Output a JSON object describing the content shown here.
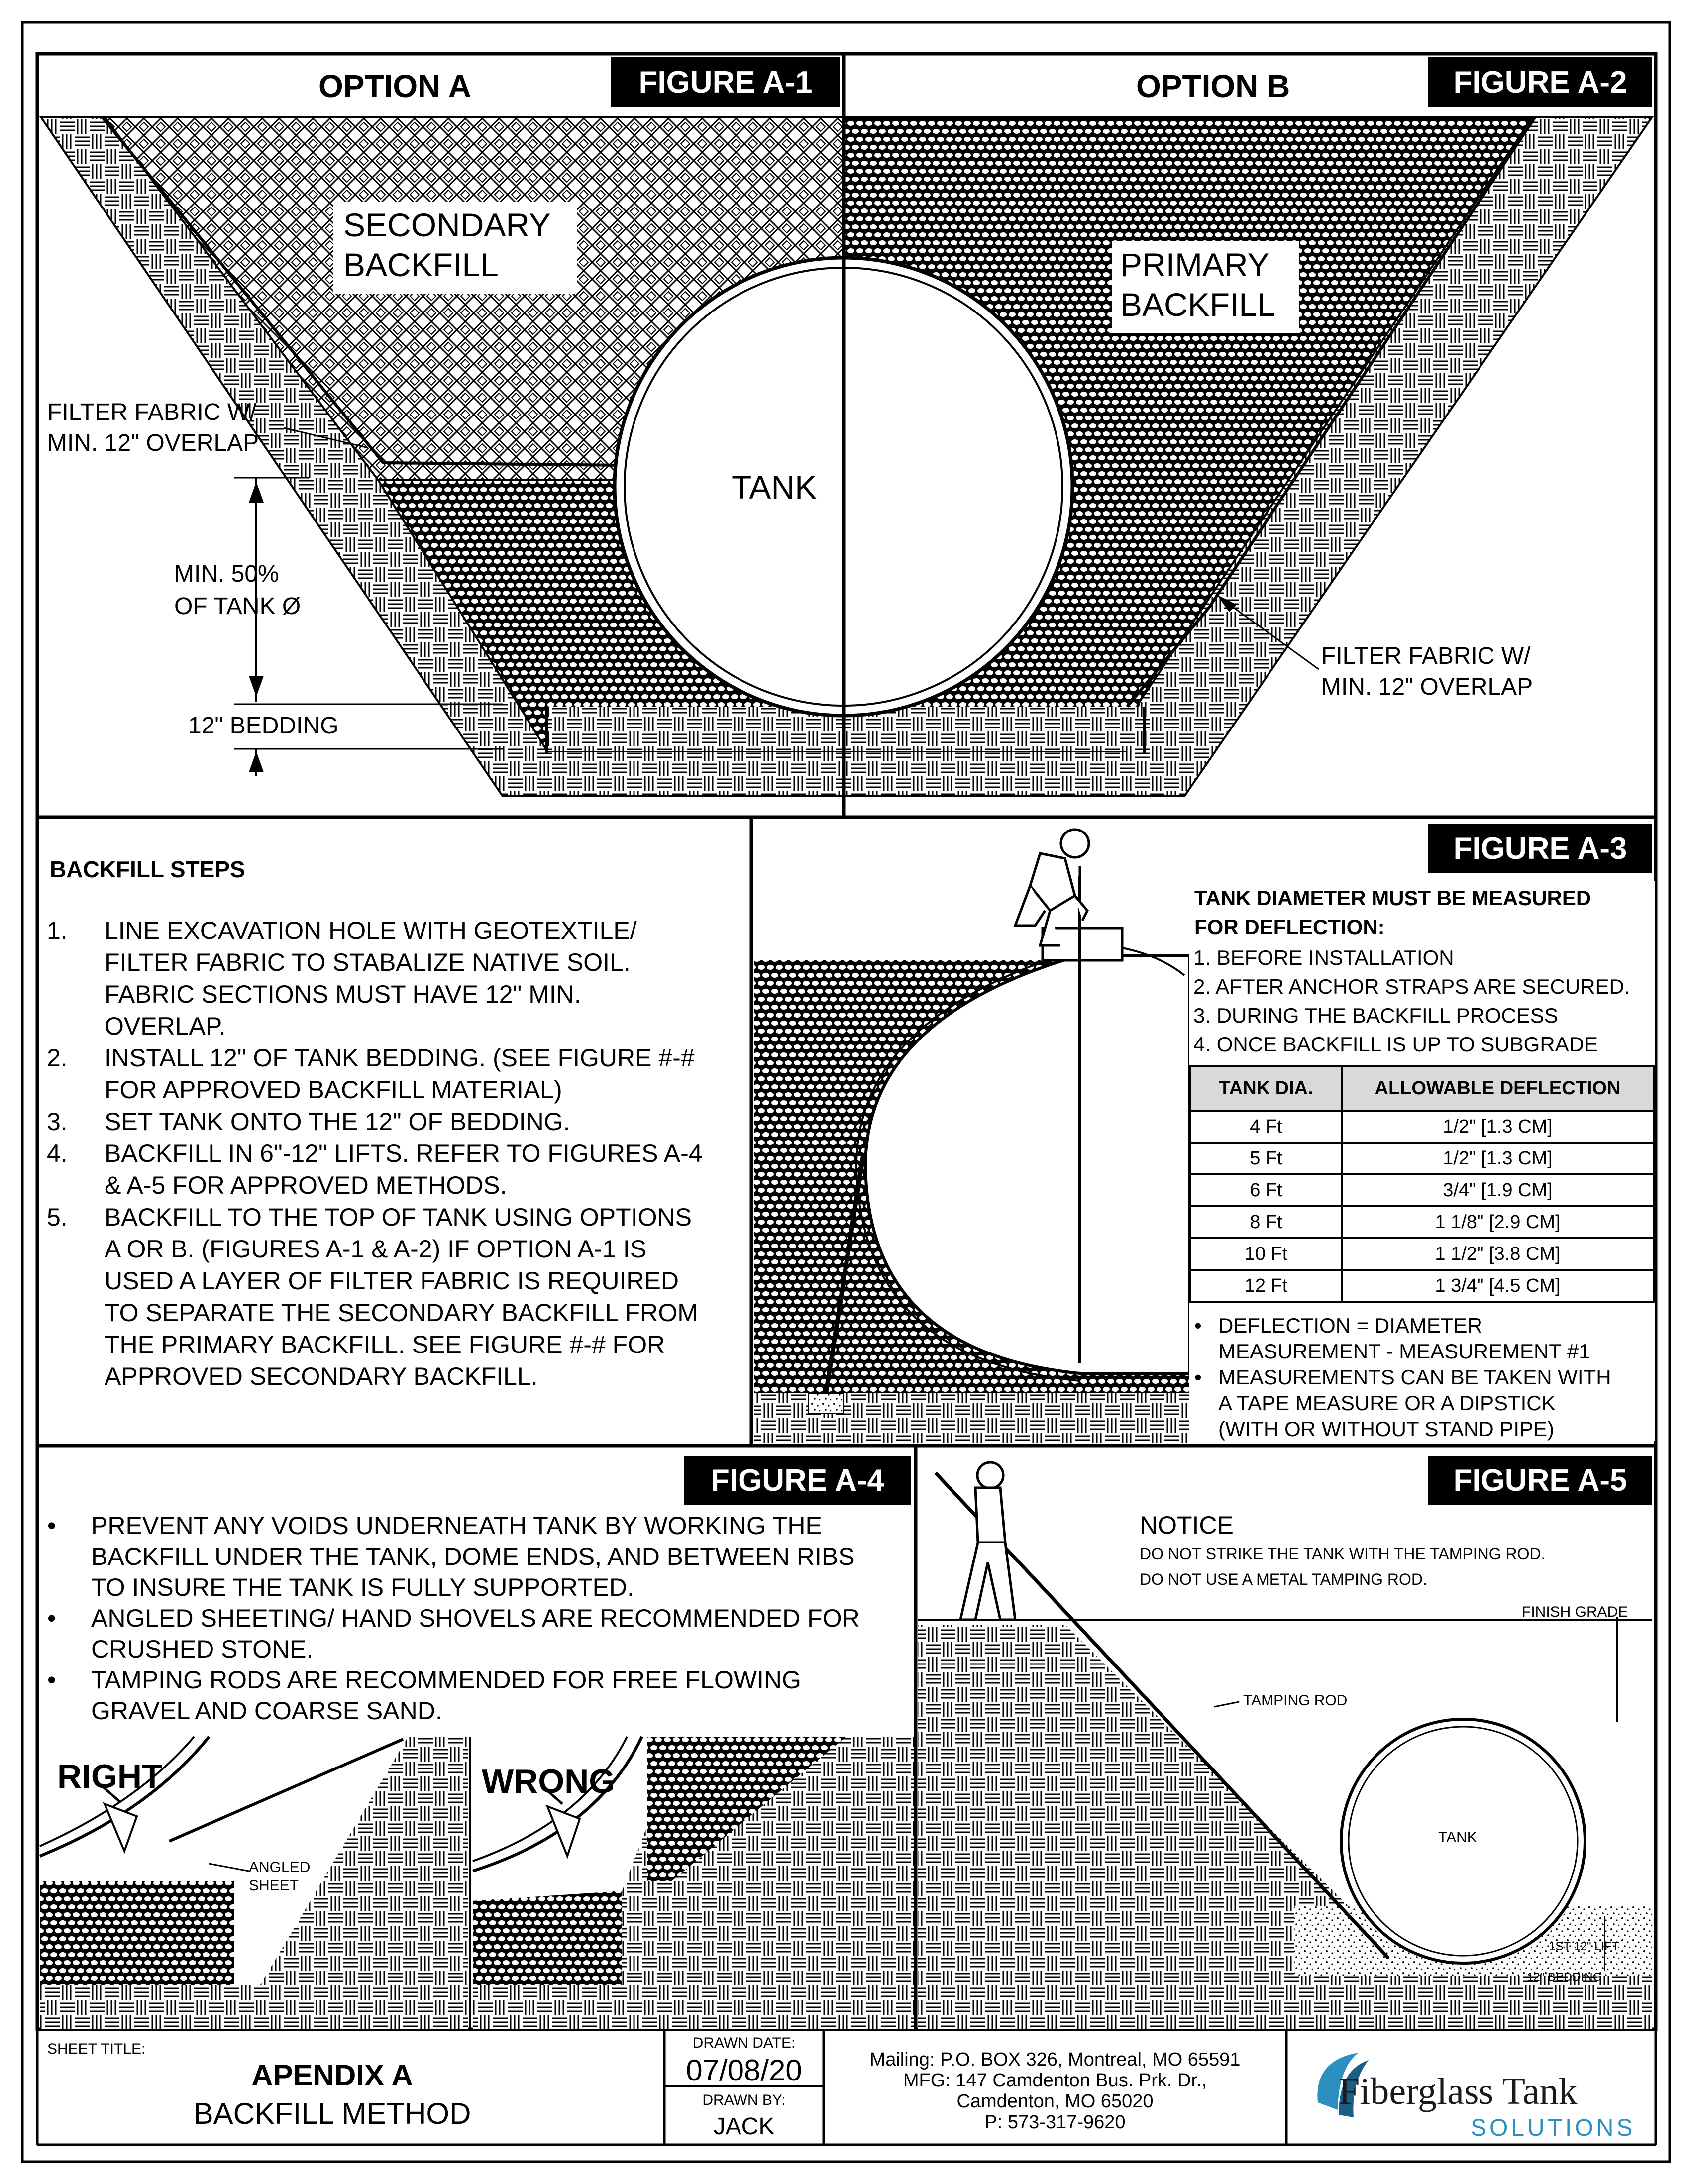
{
  "sheet": {
    "option_a": "OPTION A",
    "option_b": "OPTION B",
    "figure_a1": "FIGURE A-1",
    "figure_a2": "FIGURE A-2",
    "figure_a3": "FIGURE A-3",
    "figure_a4": "FIGURE A-4",
    "figure_a5": "FIGURE A-5"
  },
  "fig1": {
    "secondary_backfill": [
      "SECONDARY",
      "BACKFILL"
    ],
    "primary_backfill": [
      "PRIMARY",
      "BACKFILL"
    ],
    "tank": "TANK",
    "filter_fabric_left": [
      "FILTER FABRIC W/",
      "MIN. 12\" OVERLAP"
    ],
    "filter_fabric_right": [
      "FILTER FABRIC W/",
      "MIN. 12\" OVERLAP"
    ],
    "min_50": [
      "MIN. 50%",
      "OF TANK Ø"
    ],
    "bedding": "12\" BEDDING"
  },
  "steps": {
    "title": "BACKFILL STEPS",
    "items": [
      {
        "num": "1.",
        "lines": [
          "LINE EXCAVATION HOLE WITH GEOTEXTILE/",
          "FILTER FABRIC TO STABALIZE NATIVE SOIL.",
          "FABRIC SECTIONS MUST HAVE 12\" MIN.",
          "OVERLAP."
        ]
      },
      {
        "num": "2.",
        "lines": [
          "INSTALL 12\" OF TANK BEDDING. (SEE FIGURE #-#",
          "FOR APPROVED BACKFILL MATERIAL)"
        ]
      },
      {
        "num": "3.",
        "lines": [
          "SET TANK ONTO THE 12\" OF BEDDING."
        ]
      },
      {
        "num": "4.",
        "lines": [
          "BACKFILL IN 6\"-12\" LIFTS. REFER TO FIGURES A-4",
          "& A-5 FOR APPROVED METHODS."
        ]
      },
      {
        "num": "5.",
        "lines": [
          "BACKFILL TO THE TOP OF TANK USING OPTIONS",
          "A OR B. (FIGURES A-1 & A-2) IF OPTION A-1  IS",
          "USED A LAYER OF FILTER FABRIC IS REQUIRED",
          "TO SEPARATE THE SECONDARY BACKFILL FROM",
          "THE PRIMARY BACKFILL. SEE FIGURE #-# FOR",
          "APPROVED SECONDARY BACKFILL."
        ]
      }
    ]
  },
  "fig3": {
    "heading": [
      "TANK DIAMETER  MUST BE MEASURED",
      "FOR DEFLECTION:"
    ],
    "points": [
      "1. BEFORE INSTALLATION",
      "2. AFTER ANCHOR STRAPS ARE SECURED.",
      "3. DURING THE BACKFILL PROCESS",
      "4. ONCE BACKFILL IS UP TO SUBGRADE"
    ],
    "table": {
      "headers": [
        "TANK DIA.",
        "ALLOWABLE DEFLECTION"
      ],
      "rows": [
        [
          "4 Ft",
          "1/2\" [1.3 CM]"
        ],
        [
          "5 Ft",
          "1/2\" [1.3 CM]"
        ],
        [
          "6 Ft",
          "3/4\" [1.9 CM]"
        ],
        [
          "8 Ft",
          "1 1/8\" [2.9 CM]"
        ],
        [
          "10 Ft",
          "1 1/2\" [3.8 CM]"
        ],
        [
          "12 Ft",
          "1 3/4\" [4.5 CM]"
        ]
      ]
    },
    "notes": [
      [
        "DEFLECTION = DIAMETER",
        "MEASUREMENT - MEASUREMENT #1"
      ],
      [
        "MEASUREMENTS CAN BE TAKEN WITH",
        "A TAPE MEASURE OR A DIPSTICK",
        "(WITH OR WITHOUT STAND PIPE)"
      ]
    ]
  },
  "fig4": {
    "bullets": [
      [
        "PREVENT ANY VOIDS UNDERNEATH TANK BY WORKING THE",
        "BACKFILL UNDER  THE TANK, DOME ENDS, AND BETWEEN RIBS",
        "TO INSURE THE TANK IS FULLY SUPPORTED."
      ],
      [
        "ANGLED SHEETING/ HAND SHOVELS ARE RECOMMENDED FOR",
        "CRUSHED STONE."
      ],
      [
        "TAMPING RODS ARE RECOMMENDED FOR FREE FLOWING",
        "GRAVEL AND COARSE SAND."
      ]
    ],
    "right": "RIGHT",
    "wrong": "WRONG",
    "angled_sheet": [
      "ANGLED",
      "SHEET"
    ]
  },
  "fig5": {
    "notice": "NOTICE",
    "notice_lines": [
      "DO NOT STRIKE THE TANK WITH THE TAMPING ROD.",
      "DO NOT USE A METAL TAMPING ROD."
    ],
    "finish_grade": "FINISH GRADE",
    "tamping_rod": "TAMPING ROD",
    "tank": "TANK",
    "first_lift": "1ST 12\" LIFT",
    "bedding": "12\" BEDDING"
  },
  "title_block": {
    "sheet_title_label": "SHEET TITLE:",
    "title": "APENDIX A",
    "subtitle": "BACKFILL METHOD",
    "drawn_date_label": "DRAWN DATE:",
    "drawn_date": "07/08/20",
    "drawn_by_label": "DRAWN BY:",
    "drawn_by": "JACK",
    "address": [
      "Mailing: P.O. BOX 326, Montreal, MO 65591",
      "MFG: 147 Camdenton Bus. Prk. Dr.,",
      "Camdenton, MO 65020",
      "P: 573-317-9620"
    ],
    "logo_name": "Fiberglass Tank",
    "logo_sub": "SOLUTIONS",
    "logo_color": "#2b8fc0"
  }
}
